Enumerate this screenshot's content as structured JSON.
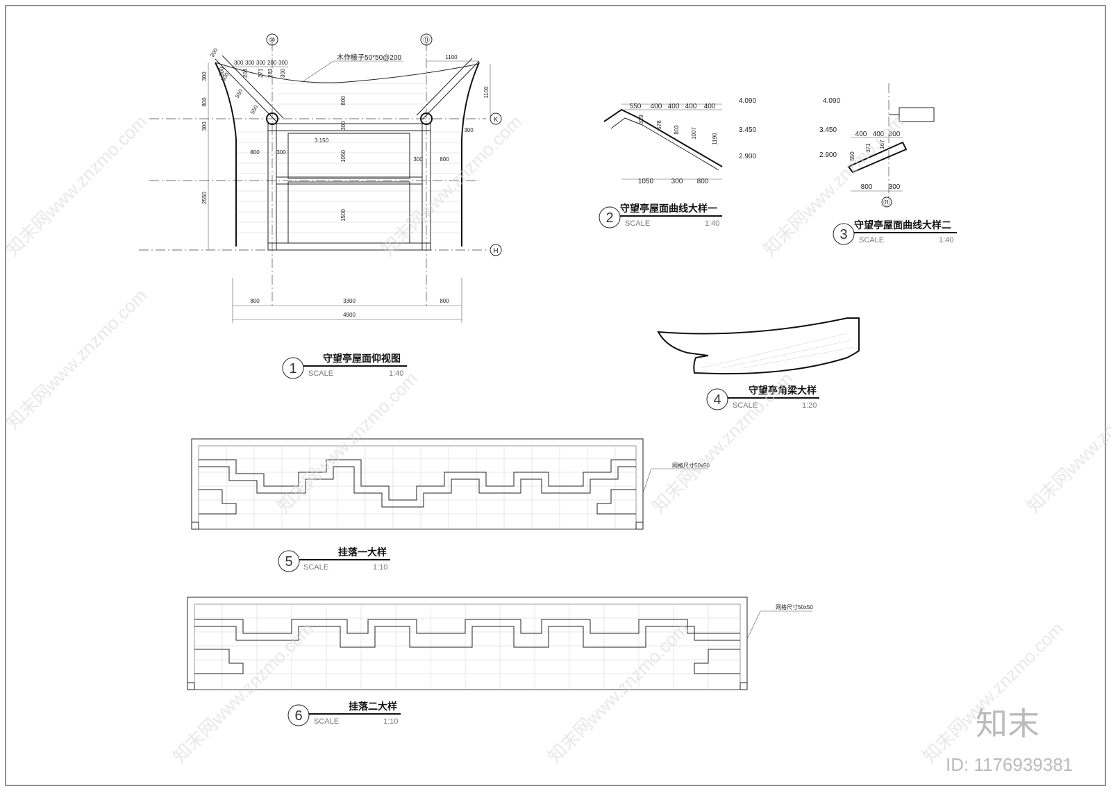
{
  "drawings": [
    {
      "number": "1",
      "title": "守望亭屋面仰视图",
      "scale_label": "SCALE",
      "scale": "1:40"
    },
    {
      "number": "2",
      "title": "守望亭屋面曲线大样一",
      "scale_label": "SCALE",
      "scale": "1:40"
    },
    {
      "number": "3",
      "title": "守望亭屋面曲线大样二",
      "scale_label": "SCALE",
      "scale": "1:40"
    },
    {
      "number": "4",
      "title": "守望亭角梁大样",
      "scale_label": "SCALE",
      "scale": "1:20"
    },
    {
      "number": "5",
      "title": "挂落一大样",
      "scale_label": "SCALE",
      "scale": "1:10"
    },
    {
      "number": "6",
      "title": "挂落二大样",
      "scale_label": "SCALE",
      "scale": "1:10"
    }
  ],
  "axes": {
    "a10": "⑩",
    "a11": "⑪",
    "k": "K",
    "h": "H"
  },
  "plan": {
    "rafter_note": "木作椽子50*50@200",
    "top_dims": [
      "300",
      "300",
      "300",
      "200",
      "300"
    ],
    "top_right": "1100",
    "diag_dims": [
      "300",
      "500",
      "550",
      "550"
    ],
    "diag_small": [
      "300",
      "204",
      "271",
      "283",
      "300"
    ],
    "left_dims": [
      "300",
      "800",
      "300",
      "2550"
    ],
    "right_dim": "1100",
    "elev": "3.150",
    "inner": [
      "800",
      "300",
      "800",
      "300",
      "300",
      "800",
      "1050",
      "1500",
      "300"
    ],
    "bottom_dims": [
      "800",
      "3300",
      "800"
    ],
    "total": "4900"
  },
  "detail2": {
    "top_dims": [
      "550",
      "400",
      "400",
      "400",
      "400"
    ],
    "v_dims": [
      "329",
      "578",
      "803",
      "1007",
      "1190"
    ],
    "levels": [
      "4.090",
      "3.450",
      "2.900"
    ],
    "bottom_dims": [
      "1050",
      "300",
      "800"
    ]
  },
  "detail3": {
    "levels": [
      "4.090",
      "3.450",
      "2.900"
    ],
    "top_dims": [
      "400",
      "400",
      "300"
    ],
    "v_dims": [
      "550",
      "371",
      "167"
    ],
    "bottom_dims": [
      "800",
      "300"
    ],
    "axis": "⑪"
  },
  "lattice_note": "网格尺寸50x50",
  "watermark": "知末网www.znzmo.com",
  "brand": "知末",
  "image_id": "ID: 1176939381"
}
